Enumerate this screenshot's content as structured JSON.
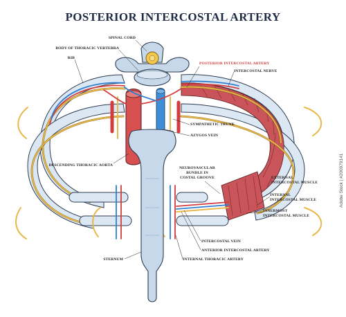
{
  "title": "POSTERIOR INTERCOSTAL ARTERY",
  "labels": {
    "spinal_cord": "SPINAL CORD",
    "body_vertebra": "BODY OF THORACIC VERTEBRA",
    "rib": "RIB",
    "posterior_artery": "POSTERIOR INTERCOSTAL ARTERY",
    "intercostal_nerve": "INTERCOSTAL NERVE",
    "sympathetic_trunk": "SYMPATHETIC TRUNK",
    "azygos_vein": "AZYGOS VEIN",
    "descending_aorta": "DESCENDING THORACIC AORTA",
    "nv_bundle_1": "NEUROVASCULAR",
    "nv_bundle_2": "BUNDLE IN",
    "nv_bundle_3": "COSTAL GROOVE",
    "external_muscle_1": "EXTERNAL",
    "external_muscle_2": "INTERCOSTAL MUSCLE",
    "internal_muscle_1": "INTERNAL",
    "internal_muscle_2": "INTERCOSTAL MUSCLE",
    "innermost_muscle_1": "INNERMOST",
    "innermost_muscle_2": "INTERCOSTAL MUSCLE",
    "intercostal_vein": "INTERCOSTAL VEIN",
    "anterior_artery": "ANTERIOR INTERCOSTAL ARTERY",
    "sternum": "STERNUM",
    "internal_thoracic_artery": "INTERNAL THORACIC ARTERY"
  },
  "watermark": "Adobe Stock | #200979141",
  "colors": {
    "title": "#1f2a44",
    "highlight_label": "#d23c3c",
    "bone": "#c7d8ea",
    "artery": "#d23c3c",
    "vein": "#2f7fd0",
    "nerve": "#e9b84a",
    "muscle": "#c9545a"
  }
}
